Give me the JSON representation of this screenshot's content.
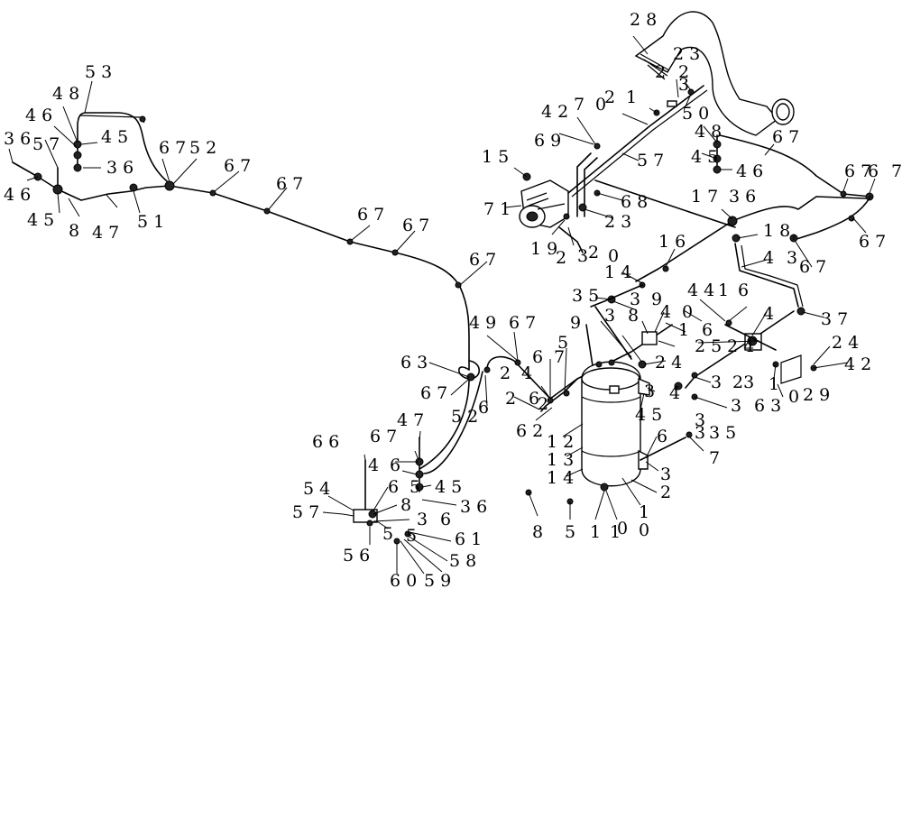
{
  "callouts": [
    {
      "id": "c28",
      "text": "2 8"
    },
    {
      "id": "c23a",
      "text": "2 3"
    },
    {
      "id": "c2a",
      "text": "2"
    },
    {
      "id": "c3a",
      "text": "3"
    },
    {
      "id": "c2b",
      "text": "2"
    },
    {
      "id": "c53a",
      "text": "5 3"
    },
    {
      "id": "c48a",
      "text": "4 8"
    },
    {
      "id": "c46a",
      "text": "4 6"
    },
    {
      "id": "c45a",
      "text": "4 5"
    },
    {
      "id": "c36a",
      "text": "3 6"
    },
    {
      "id": "c57a",
      "text": "5 7"
    },
    {
      "id": "c36b",
      "text": "3 6"
    },
    {
      "id": "c67a",
      "text": "6 7"
    },
    {
      "id": "c52a",
      "text": "5 2"
    },
    {
      "id": "c67b",
      "text": "6 7"
    },
    {
      "id": "c67c",
      "text": "6 7"
    },
    {
      "id": "c46b",
      "text": "4 6"
    },
    {
      "id": "c45b",
      "text": "4 5"
    },
    {
      "id": "c8a",
      "text": "8"
    },
    {
      "id": "c47a",
      "text": "4 7"
    },
    {
      "id": "c51a",
      "text": "5 1"
    },
    {
      "id": "c67d",
      "text": "6 7"
    },
    {
      "id": "c67e",
      "text": "6 7"
    },
    {
      "id": "c67f",
      "text": "6 7"
    },
    {
      "id": "c42",
      "text": "4 2"
    },
    {
      "id": "c7a",
      "text": "7"
    },
    {
      "id": "c0a",
      "text": "0"
    },
    {
      "id": "c2c",
      "text": "2"
    },
    {
      "id": "c1a",
      "text": "1"
    },
    {
      "id": "c50",
      "text": "5 0"
    },
    {
      "id": "c69",
      "text": "6 9"
    },
    {
      "id": "c57b",
      "text": "5 7"
    },
    {
      "id": "c15",
      "text": "1 5"
    },
    {
      "id": "c71",
      "text": "7 1"
    },
    {
      "id": "c68",
      "text": "6 8"
    },
    {
      "id": "c23b",
      "text": "2 3"
    },
    {
      "id": "c19",
      "text": "1 9"
    },
    {
      "id": "c2d",
      "text": "2"
    },
    {
      "id": "c3b",
      "text": "3"
    },
    {
      "id": "c2e",
      "text": "2"
    },
    {
      "id": "c0b",
      "text": "0"
    },
    {
      "id": "c48b",
      "text": "4 8"
    },
    {
      "id": "c67g",
      "text": "6 7"
    },
    {
      "id": "c45c",
      "text": "4 5"
    },
    {
      "id": "c46c",
      "text": "4 6"
    },
    {
      "id": "c67h",
      "text": "6 7"
    },
    {
      "id": "c6a",
      "text": "6"
    },
    {
      "id": "c7b",
      "text": "7"
    },
    {
      "id": "c17",
      "text": "1 7"
    },
    {
      "id": "c36c",
      "text": "3 6"
    },
    {
      "id": "c18",
      "text": "1 8"
    },
    {
      "id": "c67i",
      "text": "6 7"
    },
    {
      "id": "c16a",
      "text": "1 6"
    },
    {
      "id": "c4a",
      "text": "4"
    },
    {
      "id": "c3c",
      "text": "3"
    },
    {
      "id": "c67j",
      "text": "6 7"
    },
    {
      "id": "c14a",
      "text": "1 4"
    },
    {
      "id": "c35a",
      "text": "3 5"
    },
    {
      "id": "c3d",
      "text": "3"
    },
    {
      "id": "c9a",
      "text": "9"
    },
    {
      "id": "c41",
      "text": "4 4"
    },
    {
      "id": "c1b",
      "text": "1"
    },
    {
      "id": "c6b",
      "text": "6"
    },
    {
      "id": "c4b",
      "text": "4"
    },
    {
      "id": "c0c",
      "text": "0"
    },
    {
      "id": "c37",
      "text": "3 7"
    },
    {
      "id": "c3e",
      "text": "3"
    },
    {
      "id": "c8b",
      "text": "8"
    },
    {
      "id": "c4c",
      "text": "4"
    },
    {
      "id": "c1c",
      "text": "1"
    },
    {
      "id": "c6c",
      "text": "6"
    },
    {
      "id": "c24a",
      "text": "2 4"
    },
    {
      "id": "c25",
      "text": "2 5"
    },
    {
      "id": "c24b",
      "text": "2 4"
    },
    {
      "id": "c42b",
      "text": "4 2"
    },
    {
      "id": "c49",
      "text": "4 9"
    },
    {
      "id": "c67k",
      "text": "6 7"
    },
    {
      "id": "c9b",
      "text": "9"
    },
    {
      "id": "c5a",
      "text": "5"
    },
    {
      "id": "c24c",
      "text": "2 4"
    },
    {
      "id": "c63",
      "text": "6 3"
    },
    {
      "id": "c2f",
      "text": "2"
    },
    {
      "id": "c4d",
      "text": "4"
    },
    {
      "id": "c6d",
      "text": "6"
    },
    {
      "id": "c7c",
      "text": "7"
    },
    {
      "id": "c3f",
      "text": "3"
    },
    {
      "id": "c23c",
      "text": "23"
    },
    {
      "id": "c1d",
      "text": "1"
    },
    {
      "id": "c67l",
      "text": "6 7"
    },
    {
      "id": "c52b",
      "text": "5 2"
    },
    {
      "id": "c6e",
      "text": "6"
    },
    {
      "id": "c2g",
      "text": "2"
    },
    {
      "id": "c6f",
      "text": "6"
    },
    {
      "id": "c2h",
      "text": "2"
    },
    {
      "id": "c3g",
      "text": "3"
    },
    {
      "id": "c4e",
      "text": "4"
    },
    {
      "id": "c3h",
      "text": "3"
    },
    {
      "id": "c63b",
      "text": "6 3"
    },
    {
      "id": "c0d",
      "text": "0"
    },
    {
      "id": "c29",
      "text": "2 9"
    },
    {
      "id": "c45d",
      "text": "4 5"
    },
    {
      "id": "c3i",
      "text": "3"
    },
    {
      "id": "c3j",
      "text": "3"
    },
    {
      "id": "c35b",
      "text": "3 5"
    },
    {
      "id": "c62",
      "text": "6 2"
    },
    {
      "id": "c12",
      "text": "1 2"
    },
    {
      "id": "c6g",
      "text": "6"
    },
    {
      "id": "c7d",
      "text": "7"
    },
    {
      "id": "c13",
      "text": "1 3"
    },
    {
      "id": "c32",
      "text": "3"
    },
    {
      "id": "c14b",
      "text": "1 4"
    },
    {
      "id": "c2i",
      "text": "2"
    },
    {
      "id": "c1e",
      "text": "1"
    },
    {
      "id": "c0e",
      "text": "0"
    },
    {
      "id": "c8c",
      "text": "8"
    },
    {
      "id": "c5b",
      "text": "5"
    },
    {
      "id": "c1f",
      "text": "1"
    },
    {
      "id": "c1g",
      "text": "1"
    },
    {
      "id": "c0f",
      "text": "0"
    },
    {
      "id": "c47b",
      "text": "4 7"
    },
    {
      "id": "c66",
      "text": "6 6"
    },
    {
      "id": "c67m",
      "text": "6 7"
    },
    {
      "id": "c4f",
      "text": "4"
    },
    {
      "id": "c6h",
      "text": "6"
    },
    {
      "id": "c5c",
      "text": "5"
    },
    {
      "id": "c45e",
      "text": "4 5"
    },
    {
      "id": "c54",
      "text": "5 4"
    },
    {
      "id": "c6i",
      "text": "6"
    },
    {
      "id": "c8d",
      "text": "8"
    },
    {
      "id": "c36d",
      "text": "3 6"
    },
    {
      "id": "c57c",
      "text": "5 7"
    },
    {
      "id": "c3k",
      "text": "3"
    },
    {
      "id": "c6j",
      "text": "6"
    },
    {
      "id": "c5d",
      "text": "5"
    },
    {
      "id": "c5e",
      "text": "5"
    },
    {
      "id": "c61",
      "text": "6 1"
    },
    {
      "id": "c56",
      "text": "5 6"
    },
    {
      "id": "c58",
      "text": "5 8"
    },
    {
      "id": "c60",
      "text": "6 0"
    },
    {
      "id": "c59",
      "text": "5 9"
    }
  ]
}
